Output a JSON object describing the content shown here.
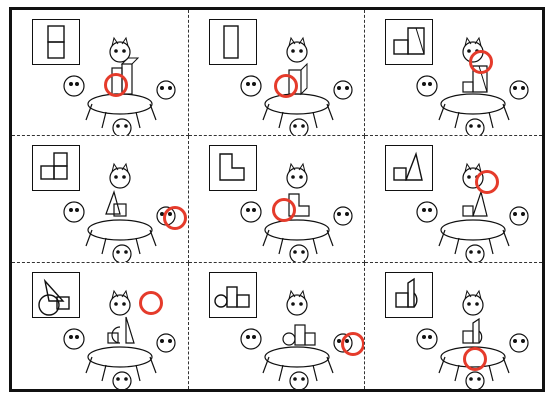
{
  "colors": {
    "frame": "#111111",
    "marker": "#e53b2b"
  },
  "panels": [
    {
      "view_shape": "two-stacked-squares-icon",
      "marked_seat": "left"
    },
    {
      "view_shape": "tall-rectangle-icon",
      "marked_seat": "left"
    },
    {
      "view_shape": "cube-and-triangle-icon",
      "marked_seat": "back"
    },
    {
      "view_shape": "three-squares-l-icon",
      "marked_seat": "right"
    },
    {
      "view_shape": "step-shape-icon",
      "marked_seat": "left"
    },
    {
      "view_shape": "triangle-and-square-icon",
      "marked_seat": "back"
    },
    {
      "view_shape": "circle-and-triangle-icon",
      "marked_seat": "back"
    },
    {
      "view_shape": "circle-and-blocks-icon",
      "marked_seat": "right"
    },
    {
      "view_shape": "blocks-and-half-circle-icon",
      "marked_seat": "front"
    }
  ]
}
